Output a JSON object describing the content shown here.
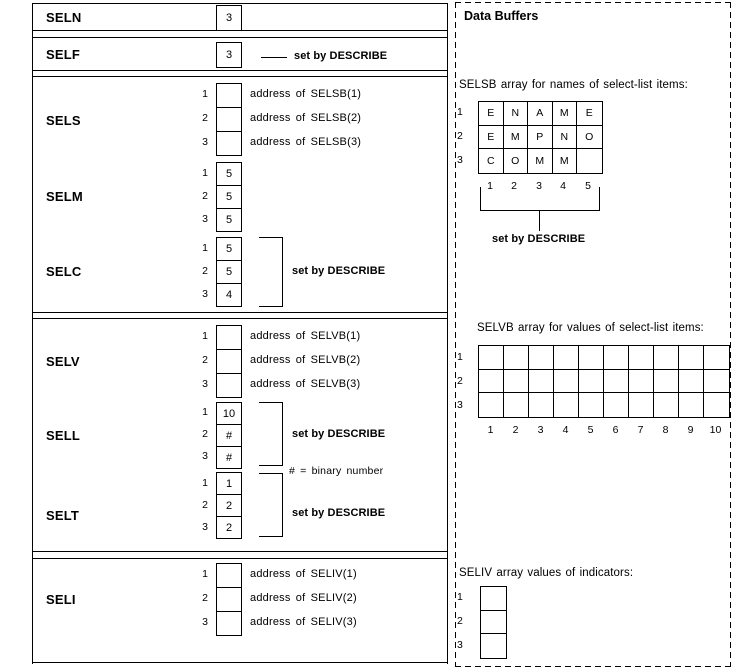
{
  "left_panel": {
    "seln": {
      "label": "SELN",
      "value": "3"
    },
    "self": {
      "label": "SELF",
      "value": "3",
      "annotation": "set by DESCRIBE"
    },
    "sels": {
      "label": "SELS",
      "rows": [
        {
          "i": "1",
          "v": "",
          "note": "address of SELSB(1)"
        },
        {
          "i": "2",
          "v": "",
          "note": "address of SELSB(2)"
        },
        {
          "i": "3",
          "v": "",
          "note": "address of SELSB(3)"
        }
      ]
    },
    "selm": {
      "label": "SELM",
      "rows": [
        {
          "i": "1",
          "v": "5"
        },
        {
          "i": "2",
          "v": "5"
        },
        {
          "i": "3",
          "v": "5"
        }
      ]
    },
    "selc": {
      "label": "SELC",
      "annotation": "set by DESCRIBE",
      "rows": [
        {
          "i": "1",
          "v": "5"
        },
        {
          "i": "2",
          "v": "5"
        },
        {
          "i": "3",
          "v": "4"
        }
      ]
    },
    "selv": {
      "label": "SELV",
      "rows": [
        {
          "i": "1",
          "v": "",
          "note": "address of SELVB(1)"
        },
        {
          "i": "2",
          "v": "",
          "note": "address of SELVB(2)"
        },
        {
          "i": "3",
          "v": "",
          "note": "address of SELVB(3)"
        }
      ]
    },
    "sell": {
      "label": "SELL",
      "annotation": "set by DESCRIBE",
      "footnote": "# = binary number",
      "rows": [
        {
          "i": "1",
          "v": "10"
        },
        {
          "i": "2",
          "v": "#"
        },
        {
          "i": "3",
          "v": "#"
        }
      ]
    },
    "selt": {
      "label": "SELT",
      "annotation": "set by DESCRIBE",
      "rows": [
        {
          "i": "1",
          "v": "1"
        },
        {
          "i": "2",
          "v": "2"
        },
        {
          "i": "3",
          "v": "2"
        }
      ]
    },
    "seli": {
      "label": "SELI",
      "rows": [
        {
          "i": "1",
          "v": "",
          "note": "address of SELIV(1)"
        },
        {
          "i": "2",
          "v": "",
          "note": "address of SELIV(2)"
        },
        {
          "i": "3",
          "v": "",
          "note": "address of SELIV(3)"
        }
      ]
    }
  },
  "right_panel": {
    "title": "Data Buffers",
    "selsb": {
      "title": "SELSB array for names of select-list items:",
      "row_labels": [
        "1",
        "2",
        "3"
      ],
      "cells": [
        [
          "E",
          "N",
          "A",
          "M",
          "E"
        ],
        [
          "E",
          "M",
          "P",
          "N",
          "O"
        ],
        [
          "C",
          "O",
          "M",
          "M",
          ""
        ]
      ],
      "col_labels": [
        "1",
        "2",
        "3",
        "4",
        "5"
      ],
      "annotation": "set by DESCRIBE"
    },
    "selvb": {
      "title": "SELVB array for values of select-list items:",
      "row_labels": [
        "1",
        "2",
        "3"
      ],
      "col_labels": [
        "1",
        "2",
        "3",
        "4",
        "5",
        "6",
        "7",
        "8",
        "9",
        "10"
      ]
    },
    "seliv": {
      "title": "SELIV array values of indicators:",
      "row_labels": [
        "1",
        "2",
        "3"
      ]
    }
  },
  "colors": {
    "ink": "#000000",
    "paper": "#ffffff"
  }
}
